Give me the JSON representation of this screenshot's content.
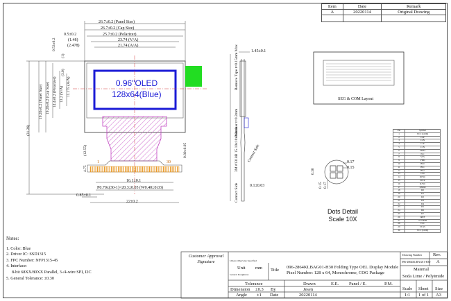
{
  "revision_table": {
    "headers": [
      "Item",
      "Date",
      "Remark"
    ],
    "rows": [
      [
        "A",
        "20220114",
        "Original Drawing"
      ]
    ]
  },
  "display": {
    "line1": "0.96\"OLED",
    "line2": "128x64(Blue)"
  },
  "dims": {
    "panel_size": "26.7±0.2 (Panel Size)",
    "cap_size": "26.7±0.2 (Cap Size)",
    "polarizer": "25.7±0.2 (Polarizer)",
    "va": "23.74 (V/A)",
    "aa": "21.74 (A/A)",
    "left_05": "0.5±0.2",
    "left_148": "(1.48)",
    "left_2478": "(2.478)",
    "v_053": "0.53±0.2",
    "v_1": "(1)",
    "v_3": "(3.0)",
    "v_va": "13.2 (V/A)",
    "v_aa": "11.175 (A/A)",
    "v_pol": "14.4±0.2 (Polarizer)",
    "v_cap": "19.26±0.2 (Cap Size)",
    "v_panel": "19.26±0.2 (Panel Size)",
    "v_total": "(31.26)",
    "v_1255": "(12.55)",
    "v_475": "4.75",
    "v_080": "0.80±0.05",
    "pitch": "P0.70x(30-1)=20.3±0.05 (W0.40±0.03)",
    "width_161": "16.1±0.1",
    "offset_085": "0.85±0.1",
    "total_22": "22±0.2",
    "pin1": "1",
    "pin30": "30",
    "thk_145": "1.45±0.1",
    "remove_tape": "Remove Tape t=0.15mm Max",
    "polarizer_t": "Polarizer t=0.2mm",
    "stiffener": "3M #1318B 15.10x10x10mm",
    "contact_side": "Contact Side",
    "contact_side2": "Contact Side",
    "thk_01": "0.1±0.03",
    "thk_030": "0.30",
    "dot_017": "0.17",
    "dot_015": "0.15",
    "dot_vert_015": "0.15",
    "dot_vert_017": "0.17"
  },
  "seg_com_label": "SEG & COM Layout",
  "dots_detail": {
    "line1": "Dots Detail",
    "line2": "Scale 10X"
  },
  "notes": {
    "title": "Notes:",
    "items": [
      "1. Color: Blue",
      "2. Driver IC: SSD1315",
      "3. FPC Number: NFP1315-45",
      "4. Interface:",
      "    8-bit 68XX/80XX Parallel, 3-/4-wire SPI, I2C",
      "5. General Tolerance: ±0.30"
    ]
  },
  "pin_table": {
    "headers": [
      "Pin",
      "Symbol"
    ],
    "rows": [
      [
        "1",
        "VCC (GND)"
      ],
      [
        "2",
        "C2P"
      ],
      [
        "3",
        "C2N"
      ],
      [
        "4",
        "C1P"
      ],
      [
        "5",
        "C1N"
      ],
      [
        "6",
        "VBAT"
      ],
      [
        "7",
        "N.C"
      ],
      [
        "8",
        "VSS"
      ],
      [
        "9",
        "VDD"
      ],
      [
        "10",
        "BS0"
      ],
      [
        "11",
        "BS1"
      ],
      [
        "12",
        "BS2"
      ],
      [
        "13",
        "CS#"
      ],
      [
        "14",
        "RES#"
      ],
      [
        "15",
        "D/C#"
      ],
      [
        "16",
        "R/W#"
      ],
      [
        "17",
        "E/RD#"
      ],
      [
        "18",
        "D0"
      ],
      [
        "19",
        "D1"
      ],
      [
        "20",
        "D2"
      ],
      [
        "21",
        "D3"
      ],
      [
        "22",
        "D4"
      ],
      [
        "23",
        "D5"
      ],
      [
        "24",
        "D6"
      ],
      [
        "25",
        "D7"
      ],
      [
        "26",
        "IREF"
      ],
      [
        "27",
        "VCOMH"
      ],
      [
        "28",
        "VCC"
      ],
      [
        "29",
        "VLSS"
      ],
      [
        "30",
        "VCC (GND)"
      ]
    ]
  },
  "title_block": {
    "approval1": "Customer Approval",
    "approval2": "Signature",
    "unless": "Unless Otherwise Specified",
    "unit_label": "Unit",
    "unit_value": "mm",
    "roughness": "General Roughness",
    "title_label": "Title",
    "title_line1": "096-2864KLBAG01-H30 Folding Type OEL Display Module",
    "title_line2": "Pixel Number: 128 x 64, Monochrome, COG Package",
    "tolerance": "Tolerance",
    "drawn": "Drawn",
    "ee": "E.E.",
    "panel_e": "Panel / E.",
    "pm": "P.M.",
    "dimension": "Dimension",
    "dim_tol": "±0.3",
    "angle": "Angle",
    "angle_tol": "±1",
    "by": "By",
    "date_label": "Date",
    "drawn_by": "Jesen",
    "drawn_date": "20220114",
    "drawing_number_label": "Drawing Number",
    "drawing_number": "096-2864KLBAG01-H30",
    "rev_label": "Rev.",
    "rev": "A",
    "material_label": "Material",
    "material": "Soda Lime / Polyimide",
    "scale_label": "Scale",
    "sheet_label": "Sheet",
    "size_label": "Size",
    "scale": "1:1",
    "sheet": "1 of 1",
    "size": "A3"
  },
  "colors": {
    "display_border": "#1b1bd6",
    "display_text": "#1b1bd6",
    "dim_line": "#222222",
    "centerline": "#d13a3a",
    "green_tab": "#22dd22",
    "fpc_hatch": "#c040c0",
    "fpc_fingers": "#e89b2d"
  }
}
